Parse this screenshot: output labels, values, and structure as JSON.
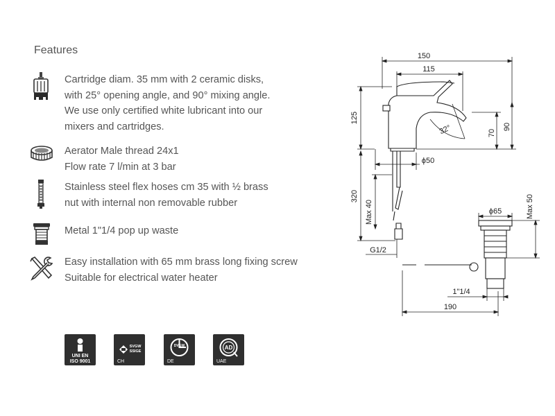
{
  "heading": "Features",
  "features": [
    {
      "icon": "cartridge-icon",
      "lines": [
        "Cartridge diam. 35 mm with 2 ceramic disks,",
        "with 25° opening angle, and 90° mixing angle.",
        "We use only certified white lubricant into our",
        "mixers and cartridges."
      ]
    },
    {
      "icon": "aerator-icon",
      "lines": [
        "Aerator Male thread 24x1",
        "Flow rate 7 l/min at 3 bar"
      ]
    },
    {
      "icon": "flex-hose-icon",
      "lines": [
        "Stainless steel flex hoses cm 35 with ½ brass",
        "nut with internal non removable rubber"
      ]
    },
    {
      "icon": "pop-up-waste-icon",
      "lines": [
        "Metal 1\"1/4 pop up waste"
      ]
    },
    {
      "icon": "tools-icon",
      "lines": [
        "Easy installation with 65 mm brass long fixing screw",
        "Suitable for electrical water heater"
      ]
    }
  ],
  "certifications": [
    {
      "icon": "uni-en-iso-icon",
      "text_1": "UNI EN",
      "text_2": "ISO 9001",
      "label": ""
    },
    {
      "icon": "svgw-ssige-icon",
      "text_1": "SVGW",
      "text_2": "SSIGE",
      "label": "CH"
    },
    {
      "icon": "dvgw-icon",
      "text_1": "DVGW",
      "text_2": "",
      "label": "DE"
    },
    {
      "icon": "ad-icon",
      "text_1": "AD",
      "text_2": "",
      "label": "UAE"
    }
  ],
  "drawing": {
    "dim_150": "150",
    "dim_115": "115",
    "dim_125": "125",
    "dim_70": "70",
    "dim_90": "90",
    "angle": "32°",
    "dim_phi50": "ϕ50",
    "dim_320": "320",
    "dim_max40": "Max 40",
    "dim_g12": "G1/2",
    "dim_phi65": "ϕ65",
    "dim_max50": "Max 50",
    "dim_1_1_4": "1\"1/4",
    "dim_190": "190"
  }
}
